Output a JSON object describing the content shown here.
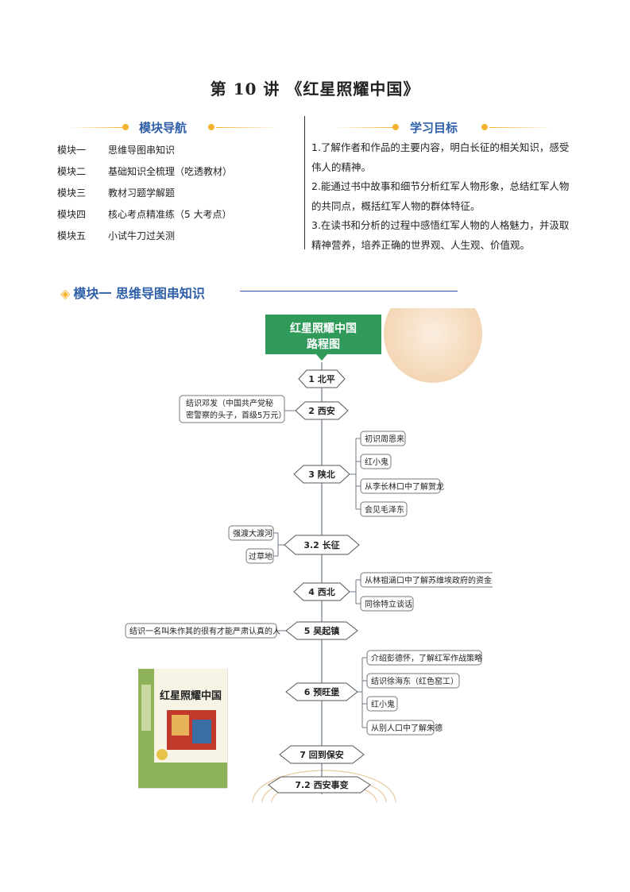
{
  "page_title": "第 10 讲 《红星照耀中国》",
  "nav": {
    "heading": "模块导航",
    "items": [
      {
        "num": "模块一",
        "label": "思维导图串知识"
      },
      {
        "num": "模块二",
        "label": "基础知识全梳理（吃透教材）"
      },
      {
        "num": "模块三",
        "label": "教材习题学解题"
      },
      {
        "num": "模块四",
        "label": "核心考点精准练（5 大考点）"
      },
      {
        "num": "模块五",
        "label": "小试牛刀过关测"
      }
    ]
  },
  "goals": {
    "heading": "学习目标",
    "items": [
      "1.了解作者和作品的主要内容，明白长征的相关知识，感受伟人的精神。",
      "2.能通过书中故事和细节分析红军人物形象，总结红军人物的共同点，概括红军人物的群体特征。",
      "3.在读书和分析的过程中感悟红军人物的人格魅力，并汲取精神营养，培养正确的世界观、人生观、价值观。"
    ]
  },
  "module1_heading": "模块一 思维导图串知识",
  "mindmap": {
    "title_line1": "红星照耀中国",
    "title_line2": "路程图",
    "nodes": [
      {
        "label": "1 北平"
      },
      {
        "label": "2 西安"
      },
      {
        "label": "3 陕北"
      },
      {
        "label": "3.2 长征"
      },
      {
        "label": "4 西北"
      },
      {
        "label": "5 吴起镇"
      },
      {
        "label": "6 预旺堡"
      },
      {
        "label": "7 回到保安"
      },
      {
        "label": "7.2 西安事变"
      }
    ],
    "xian_note_line1": "结识邓发（中国共产党秘",
    "xian_note_line2": "密警察的头子，首级5万元）",
    "shaanbei_items": [
      "初识周恩来",
      "红小鬼",
      "从李长林口中了解贺龙",
      "会见毛泽东"
    ],
    "changzheng_items": [
      "强渡大渡河",
      "过草地"
    ],
    "xibei_items": [
      "从林祖涵口中了解苏维埃政府的资金来源",
      "同徐特立谈话"
    ],
    "wuqi_note": "结识一名叫朱作其的很有才能严肃认真的人",
    "yuwang_items": [
      "介绍彭德怀，了解红军作战策略",
      "结识徐海东（红色窑工）",
      "红小鬼",
      "从别人口中了解朱德"
    ]
  },
  "book": {
    "title": "红星照耀中国",
    "colors": {
      "cover": "#8fb35a",
      "spine": "#e8e4c8",
      "accent": "#c0392b"
    }
  }
}
